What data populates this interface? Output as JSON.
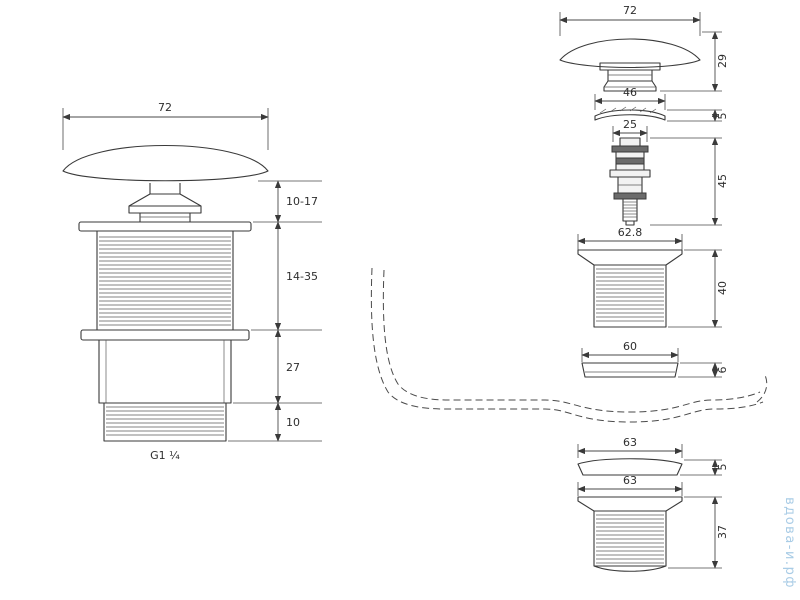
{
  "drawing": {
    "left": {
      "dim_width": "72",
      "dim_cap": "10-17",
      "dim_thread": "14-35",
      "dim_body": "27",
      "dim_bottom": "10",
      "thread_label": "G1 ¼"
    },
    "right": {
      "cap_width": "72",
      "cap_height": "29",
      "washer_width": "46",
      "washer_height": "5",
      "mech_width": "25",
      "mech_height": "45",
      "body_width": "62.8",
      "body_height": "40",
      "ring_width": "60",
      "ring_height": "6",
      "gasket_width": "63",
      "gasket_height": "5",
      "tail_width": "63",
      "tail_height": "37"
    },
    "watermark": {
      "text": "вдова-и.рф",
      "color": "#a9cce6"
    }
  }
}
